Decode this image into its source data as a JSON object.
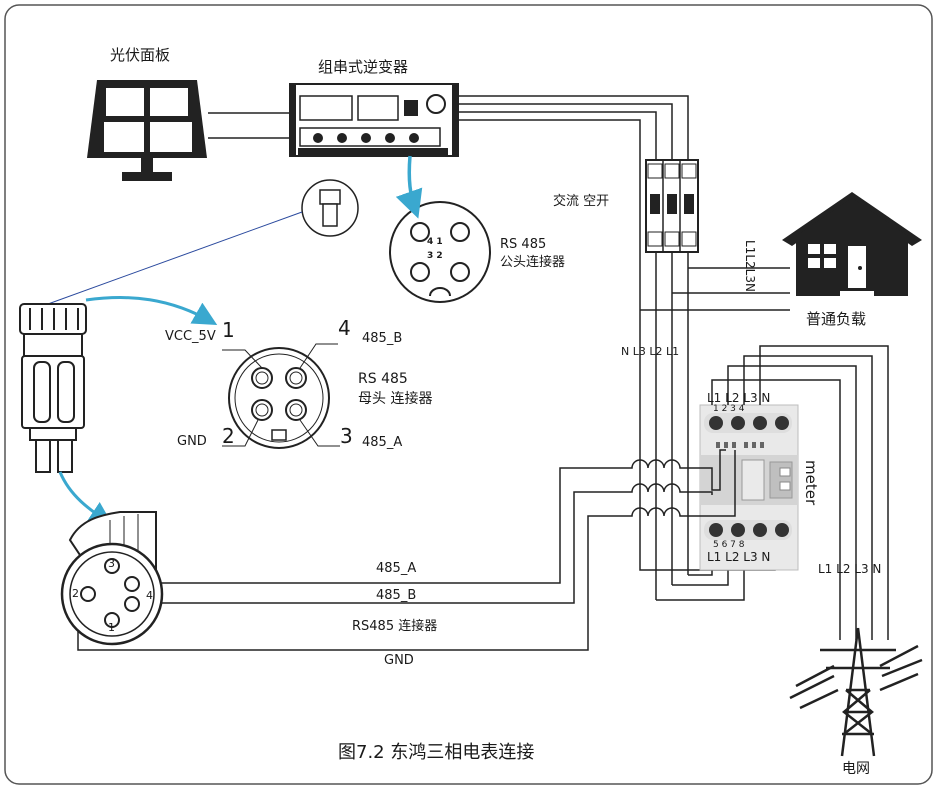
{
  "labels": {
    "pv_panel": "光伏面板",
    "inverter": "组串式逆变器",
    "ac_breaker": "交流 空开",
    "rs485_male_1": "RS 485",
    "rs485_male_2": "公头连接器",
    "male_pins_top": "4  1",
    "male_pins_bottom": "3  2",
    "female_rs485": "RS 485",
    "female_connector": "母头 连接器",
    "vcc": "VCC_5V",
    "pin1": "1",
    "pin4": "4",
    "b485": "485_B",
    "gnd": "GND",
    "pin2": "2",
    "pin3": "3",
    "a485": "485_A",
    "house_l_lines": "L1L2L3N",
    "house": "普通负载",
    "breaker_lines": "N L3 L2 L1",
    "meter_top_terms": "L1 L2 L3 N",
    "meter_top_nums": "1     2     3     4",
    "meter": "meter",
    "meter_bottom_nums": "5     6     7     8",
    "meter_bottom_terms": "L1 L2 L3 N",
    "grid_lines": "L1 L2 L3 N",
    "wire_485a": "485_A",
    "wire_485b": "485_B",
    "rs485_connector": "RS485 连接器",
    "wire_gnd": "GND",
    "grid": "电网",
    "caption": "图7.2  东鸿三相电表连接",
    "plug_pin3": "3",
    "plug_pin2": "2",
    "plug_pin4": "4",
    "plug_pin1": "1"
  },
  "colors": {
    "accent_arrow": "#3aa8cf",
    "line": "#222222",
    "meter_body": "#e9e9e9",
    "meter_window": "#d0d0d0"
  },
  "icons": [
    "solar-panel-icon",
    "house-icon",
    "power-tower-icon"
  ]
}
